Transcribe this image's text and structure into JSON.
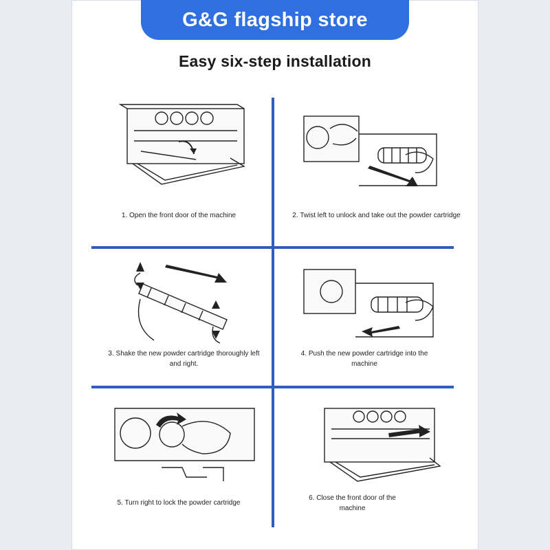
{
  "header": {
    "store_name": "G&G flagship store"
  },
  "title": "Easy six-step installation",
  "steps": [
    {
      "caption": "1. Open the front door of the machine"
    },
    {
      "caption": "2. Twist left to unlock and take out the powder cartridge"
    },
    {
      "caption": "3. Shake the new powder cartridge thoroughly left and right."
    },
    {
      "caption": "4. Push the new powder cartridge into the machine"
    },
    {
      "caption": "5. Turn right to lock the powder cartridge"
    },
    {
      "caption": "6. Close the front door of the machine"
    }
  ],
  "colors": {
    "brand_blue": "#2f6fdf",
    "divider_blue": "#2e5fbf",
    "arrow_gray": "#444444"
  }
}
